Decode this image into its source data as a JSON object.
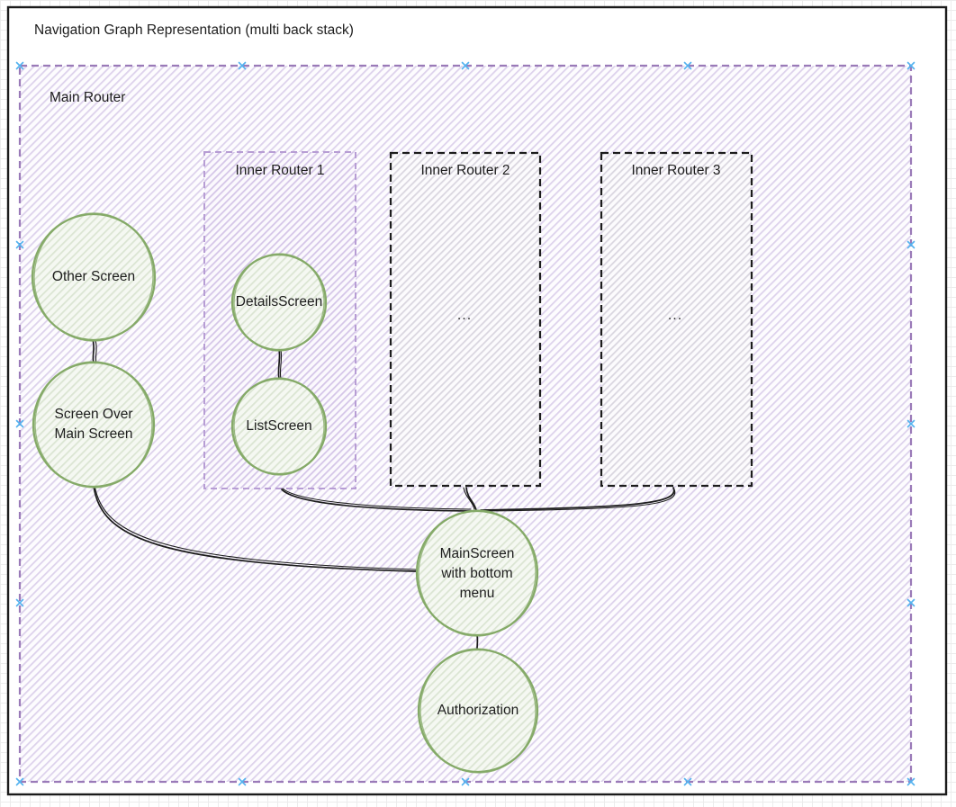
{
  "title": "Navigation Graph Representation (multi back stack)",
  "main_router": {
    "label": "Main Router"
  },
  "inner_routers": [
    {
      "label": "Inner Router 1"
    },
    {
      "label": "Inner Router 2",
      "placeholder": "..."
    },
    {
      "label": "Inner Router 3",
      "placeholder": "..."
    }
  ],
  "screens": {
    "other": "Other Screen",
    "screen_over": "Screen Over Main Screen",
    "details": "DetailsScreen",
    "list": "ListScreen",
    "main": "MainScreen with bottom menu",
    "authorization": "Authorization"
  },
  "colors": {
    "accent-purple": "#9a7ab8",
    "accent-purple-light": "#b79dd4",
    "hatch-purple": "#ddd2ec",
    "hatch-purple-2": "#d5c6e8",
    "hatch-gray": "#dad6e0",
    "hatch-green": "#dbe5d3",
    "node-green": "#85aa68",
    "edge-black": "#1c1c1c",
    "handle-blue": "#53b2ef",
    "frame-black": "#1b1b1b",
    "grid-gray": "#ececec",
    "text": "#1d1d1d"
  }
}
